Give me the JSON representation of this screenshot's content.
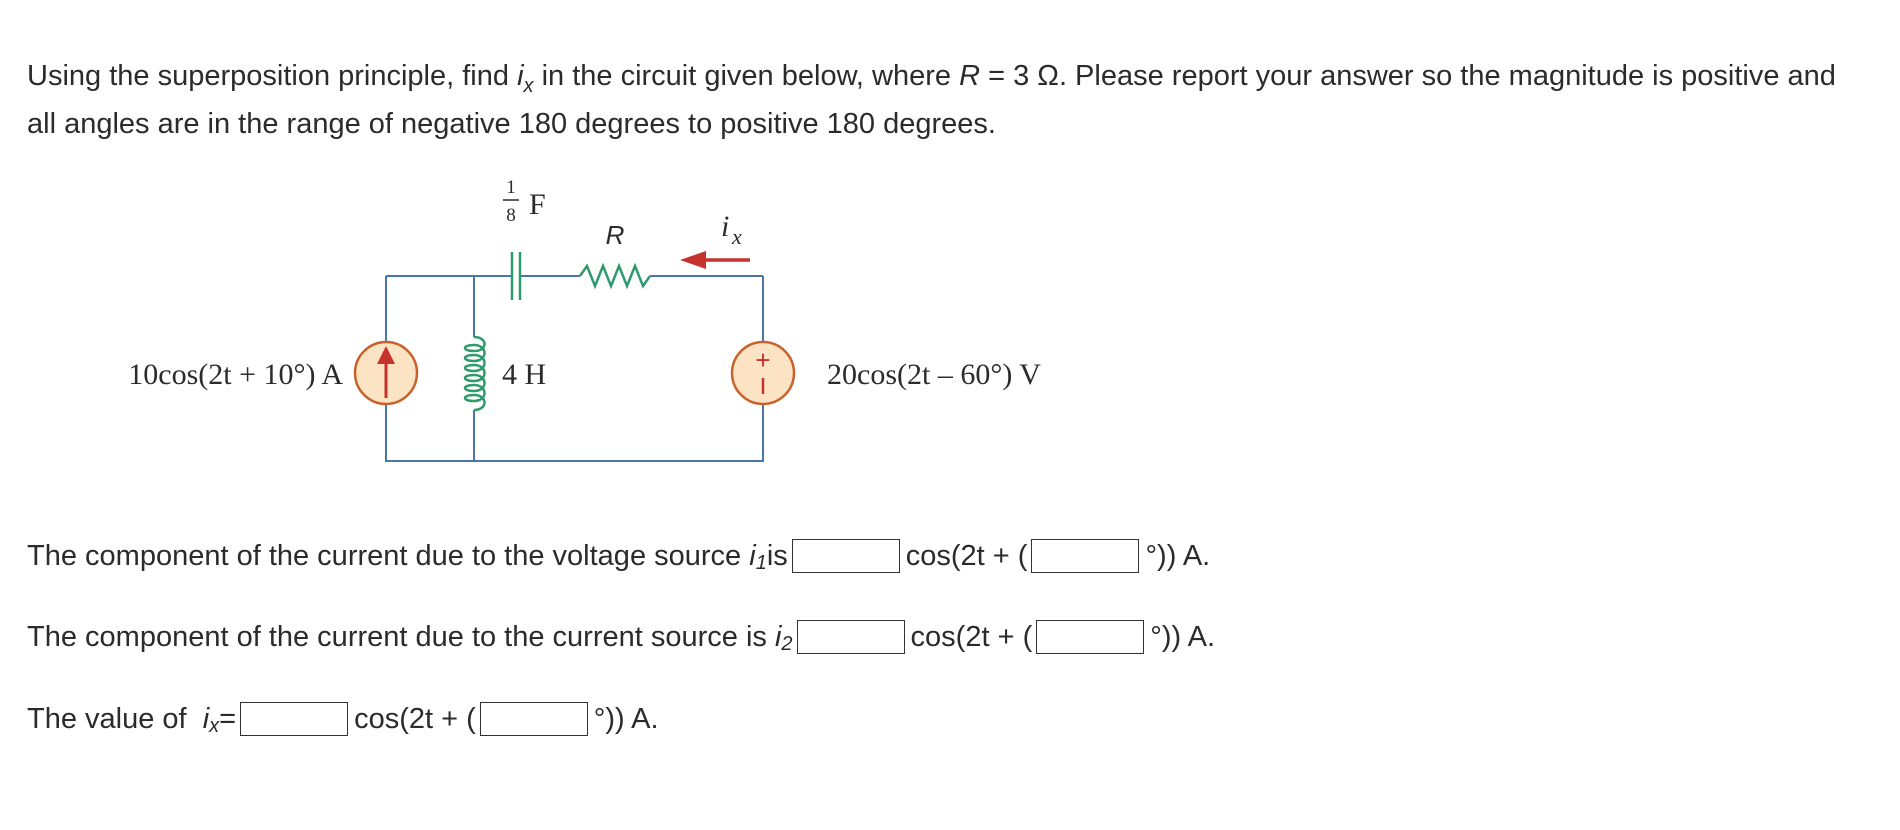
{
  "question": {
    "part1": "Using the superposition principle, find ",
    "var_i": "i",
    "var_x": "x",
    "part2": " in the circuit given below, where ",
    "var_R": "R",
    "part3": " = 3 Ω. Please report your answer so the magnitude is positive and all angles are in the range of negative 180 degrees to positive 180 degrees."
  },
  "circuit": {
    "capacitor_num": "1",
    "capacitor_den": "8",
    "capacitor_unit": "F",
    "resistor_label": "R",
    "current_i": "i",
    "current_x": "x",
    "current_source_label": "10cos(2t + 10°) A",
    "inductor_label": "4 H",
    "voltage_source_label": "20cos(2t – 60°) V",
    "voltage_plus": "+",
    "voltage_minus": "−"
  },
  "rows": [
    {
      "prefix": "The component of the current due to the voltage source ",
      "var_i": "i",
      "var_sub": "1",
      "suffix": " is",
      "mid": "cos(2t + (",
      "end": "°)) A."
    },
    {
      "prefix": "The component of the current due to the current source is ",
      "var_i": "i",
      "var_sub": "2",
      "suffix": "",
      "mid": "cos(2t + (",
      "end": "°)) A."
    },
    {
      "prefix": "The value of  ",
      "var_i": "i",
      "var_sub": "x",
      "suffix": " =",
      "mid": "cos(2t + (",
      "end": "°)) A."
    }
  ],
  "colors": {
    "wire": "#4a76a8",
    "capacitor": "#2e9a6e",
    "resistor": "#2e9a6e",
    "inductor": "#2e9a6e",
    "source_fill": "#fbe3c4",
    "source_stroke": "#c9622a",
    "arrow": "#c8322c"
  }
}
